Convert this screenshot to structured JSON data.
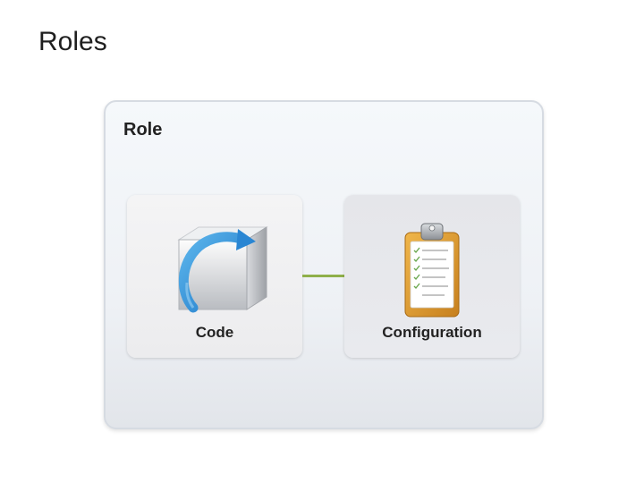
{
  "slide": {
    "title": "Roles"
  },
  "diagram": {
    "container_label": "Role",
    "components": [
      {
        "label": "Code",
        "icon": "code-cube-icon"
      },
      {
        "label": "Configuration",
        "icon": "clipboard-checklist-icon"
      }
    ],
    "connector_color": "#8fb04a"
  }
}
